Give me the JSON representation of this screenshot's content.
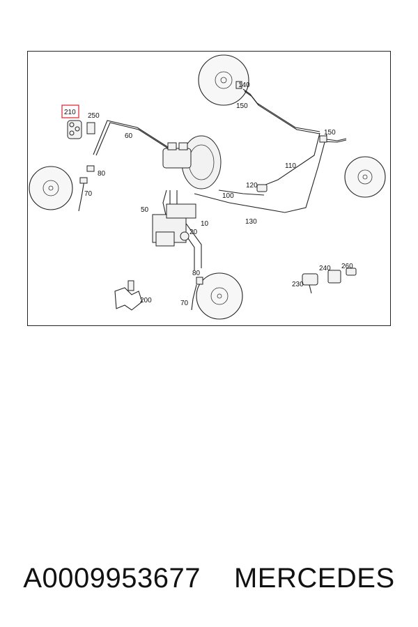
{
  "diagram": {
    "callouts": {
      "c140": "140",
      "c150a": "150",
      "c150b": "150",
      "c210": "210",
      "c250": "250",
      "c60": "60",
      "c80a": "80",
      "c70a": "70",
      "c110": "110",
      "c120": "120",
      "c100": "100",
      "c130": "130",
      "c50": "50",
      "c10": "10",
      "c20": "20",
      "c80b": "80",
      "c70b": "70",
      "c200": "200",
      "c240": "240",
      "c260": "260",
      "c230": "230"
    },
    "highlight_color": "#e0303a"
  },
  "footer": {
    "part_number": "A0009953677",
    "brand": "MERCEDES"
  }
}
